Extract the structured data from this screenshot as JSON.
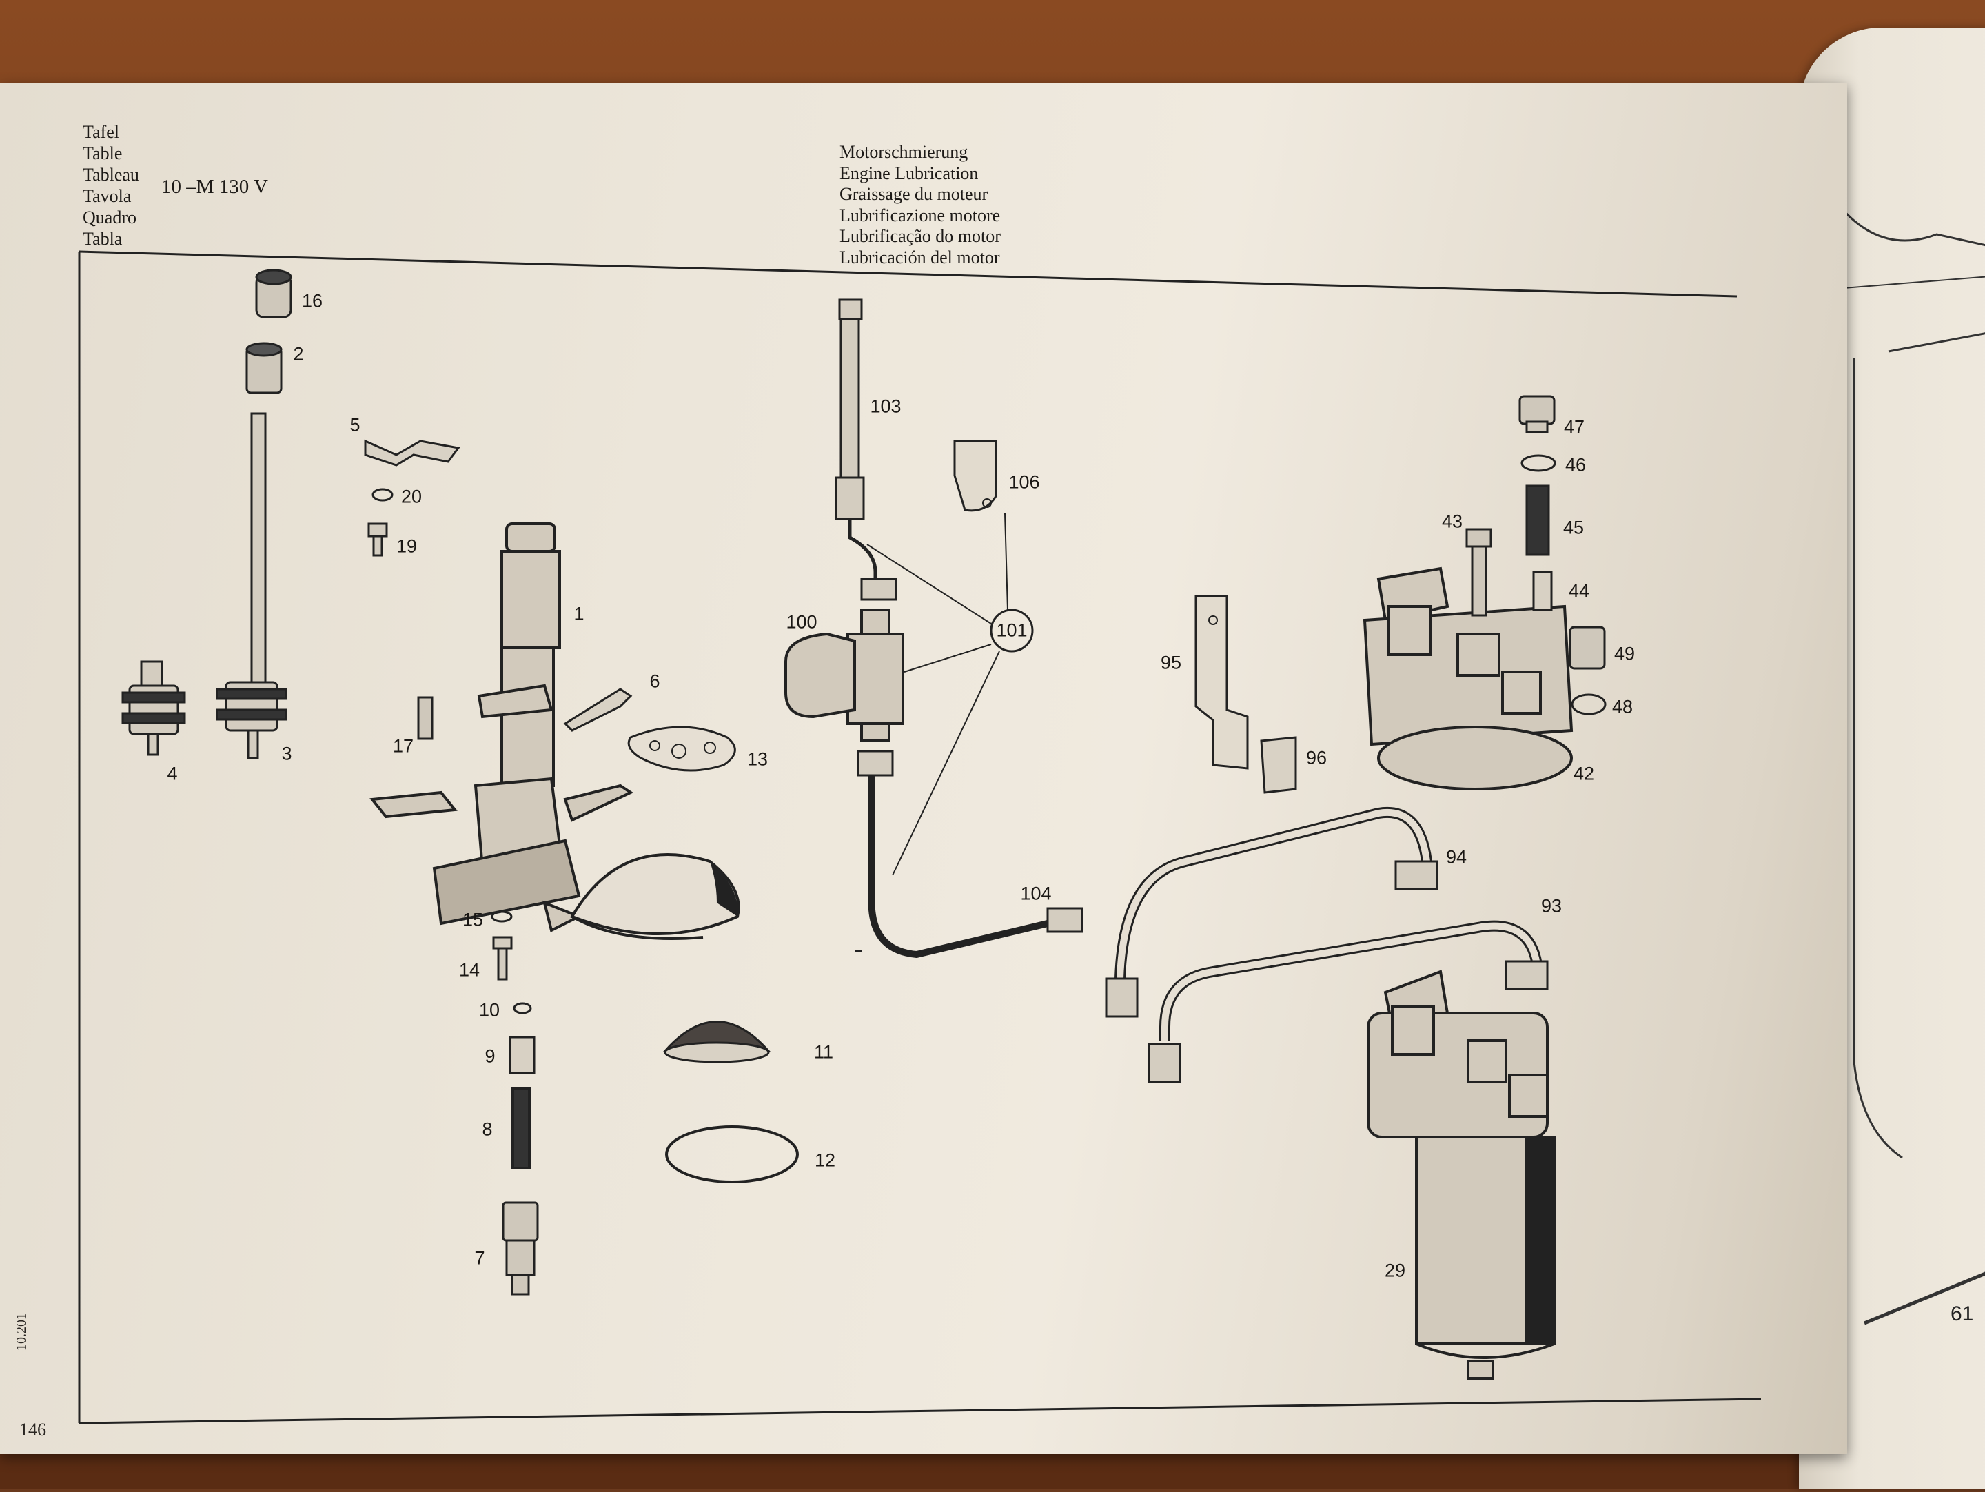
{
  "header": {
    "labels": [
      "Tafel",
      "Table",
      "Tableau",
      "Tavola",
      "Quadro",
      "Tabla"
    ],
    "table_number": "10 –M 130 V",
    "titles": [
      "Motorschmierung",
      "Engine Lubrication",
      "Graissage du moteur",
      "Lubrificazione motore",
      "Lubrificação do motor",
      "Lubricación del motor"
    ]
  },
  "callouts": {
    "c16": "16",
    "c2": "2",
    "c3": "3",
    "c4": "4",
    "c5": "5",
    "c20": "20",
    "c19": "19",
    "c1": "1",
    "c6": "6",
    "c17": "17",
    "c13": "13",
    "c15": "15",
    "c14": "14",
    "c10": "10",
    "c9": "9",
    "c8": "8",
    "c7": "7",
    "c11": "11",
    "c12": "12",
    "c103": "103",
    "c106": "106",
    "c100": "100",
    "c101": "101",
    "c104": "104",
    "c95": "95",
    "c96": "96",
    "c94": "94",
    "c93": "93",
    "c29": "29",
    "c47": "47",
    "c46": "46",
    "c45": "45",
    "c43": "43",
    "c44": "44",
    "c49": "49",
    "c48": "48",
    "c42": "42"
  },
  "footer": {
    "page_number": "146",
    "side_code": "10.201"
  },
  "next_page": {
    "partial_number": "61"
  }
}
